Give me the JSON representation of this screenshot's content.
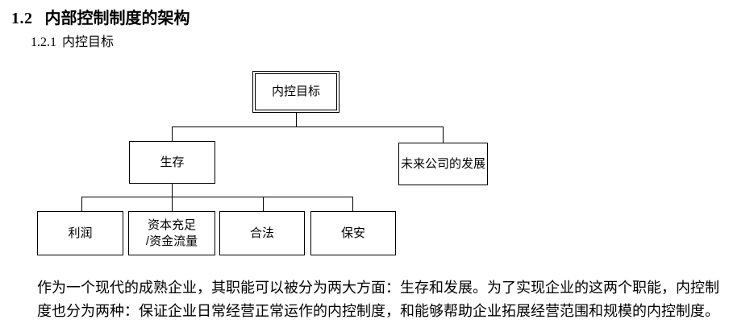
{
  "header": {
    "section_number": "1.2",
    "section_title": "内部控制制度的架构",
    "subsection_number": "1.2.1",
    "subsection_title": "内控目标"
  },
  "diagram": {
    "goal": "内控目标",
    "survival": "生存",
    "future_development": "未来公司的发展",
    "profit": "利润",
    "capital_adequacy_line1": "资本充足",
    "capital_adequacy_line2": "/资金流量",
    "legality": "合法",
    "security": "保安"
  },
  "body_text": {
    "line1": "作为一个现代的成熟企业，其职能可以被分为两大方面：生存和发展。为了实现企业的这两个职能，内控制",
    "line2": "度也分为两种：保证企业日常经营正常运作的内控制度，和能够帮助企业拓展经营范围和规模的内控制度。"
  },
  "colors": {
    "ink": "#000000",
    "paper": "#ffffff"
  }
}
